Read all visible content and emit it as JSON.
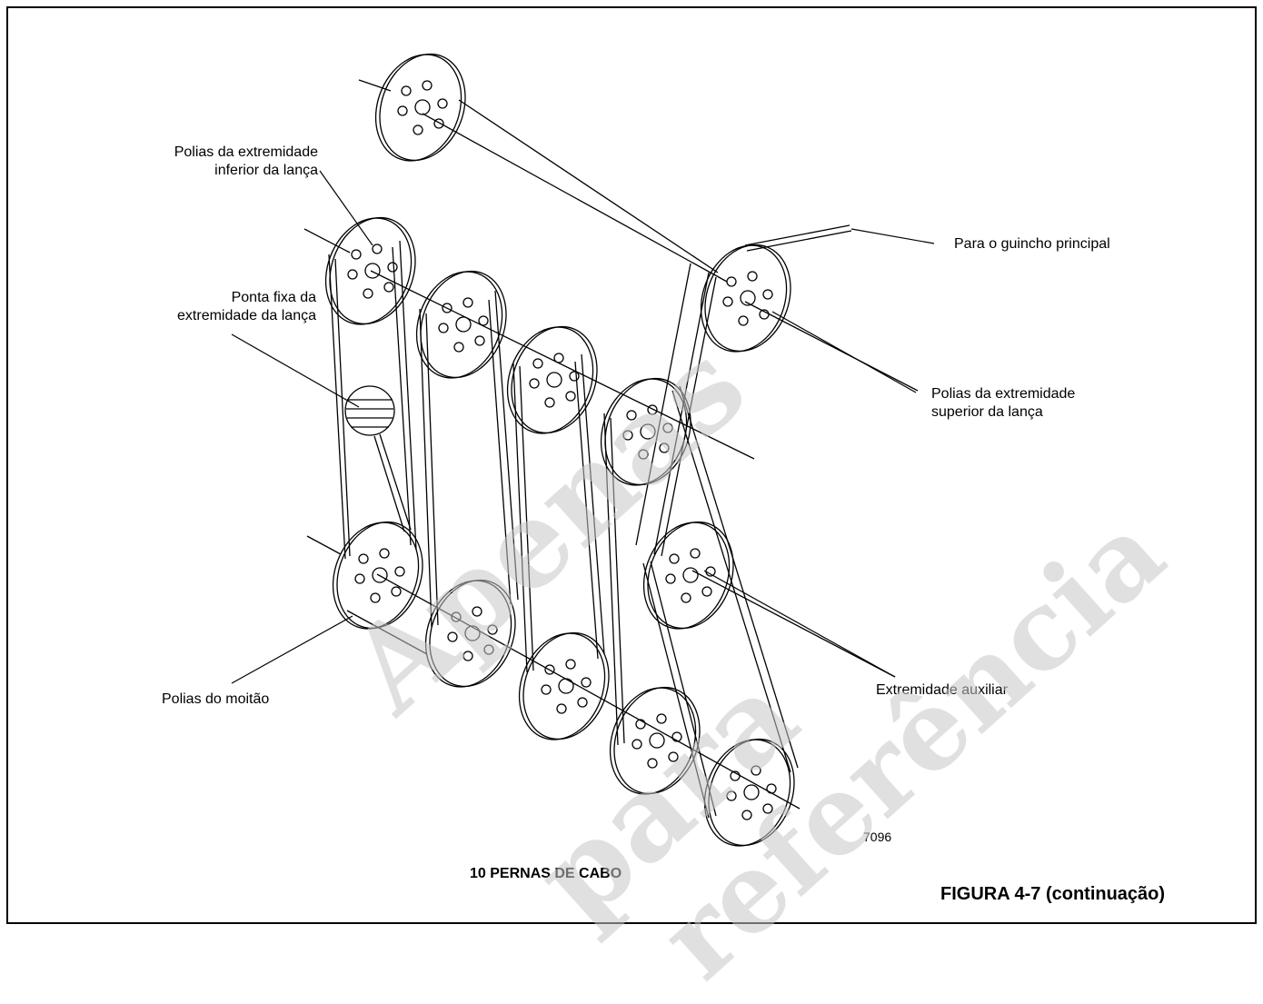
{
  "labels": {
    "lower_boom_sheaves": [
      "Polias da extremidade",
      "inferior da lança"
    ],
    "dead_end": [
      "Ponta fixa da",
      "extremidade da lança"
    ],
    "to_main_winch": "Para o guincho principal",
    "upper_boom_sheaves": [
      "Polias da extremidade",
      "superior da lança"
    ],
    "block_sheaves": "Polias do moitão",
    "auxiliary_end": "Extremidade auxiliar",
    "drawing_number": "7096",
    "caption": "10 PERNAS DE CABO",
    "figure_title": "FIGURA 4-7 (continuação)"
  },
  "watermark": [
    "Apenas",
    "para",
    "referência"
  ],
  "colors": {
    "line": "#000000",
    "watermark": "#c8c8c8"
  }
}
